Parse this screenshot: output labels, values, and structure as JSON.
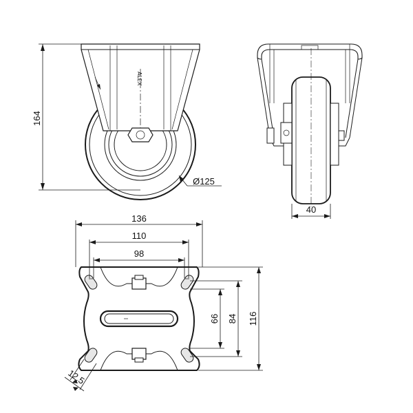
{
  "dimensions": {
    "height": "164",
    "wheel_diameter": "Ø125",
    "wheel_width": "40",
    "plate_length": "136",
    "hole_spacing_outer": "110",
    "hole_spacing_inner": "98",
    "plate_width": "116",
    "hole_spacing_84": "84",
    "hole_spacing_66": "66",
    "slot_width": "12,5"
  },
  "logo_text": "ALEX",
  "colors": {
    "line": "#1a1a1a",
    "background": "#ffffff"
  }
}
